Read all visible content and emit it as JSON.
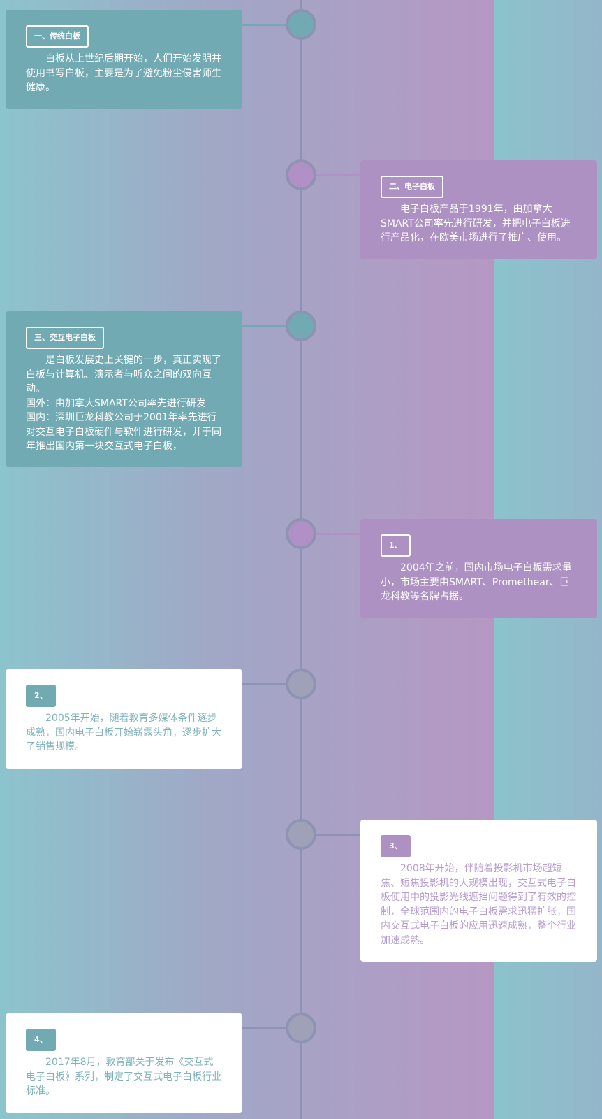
{
  "colors": {
    "teal": "#72aab4",
    "purple": "#ae91c3",
    "line": "#8d93b3",
    "white": "#ffffff"
  },
  "timeline": {
    "items": [
      {
        "badge": "一、传统白板",
        "paragraphs": [
          "白板从上世纪后期开始，人们开始发明并使用书写白板，主要是为了避免粉尘侵害师生健康。"
        ]
      },
      {
        "badge": "二、电子白板",
        "paragraphs": [
          "电子白板产品于1991年，由加拿大SMART公司率先进行研发，并把电子白板进行产品化，在欧美市场进行了推广、使用。"
        ]
      },
      {
        "badge": "三、交互电子白板",
        "paragraphs": [
          "是白板发展史上关键的一步，真正实现了白板与计算机、演示者与听众之间的双向互动。",
          "国外：由加拿大SMART公司率先进行研发",
          "国内：深圳巨龙科教公司于2001年率先进行对交互电子白板硬件与软件进行研发，并于同年推出国内第一块交互式电子白板，"
        ]
      },
      {
        "badge": "1、",
        "paragraphs": [
          "2004年之前，国内市场电子白板需求量小，市场主要由SMART、Promethear、巨龙科教等名牌占据。"
        ]
      },
      {
        "badge": "2、",
        "paragraphs": [
          "2005年开始，随着教育多媒体条件逐步成熟，国内电子白板开始崭露头角，逐步扩大了销售规模。"
        ]
      },
      {
        "badge": "3、",
        "paragraphs": [
          "2008年开始，伴随着投影机市场超短焦、短焦投影机的大规模出现，交互式电子白板使用中的投影光线遮挡问题得到了有效的控制，全球范围内的电子白板需求迅猛扩张，国内交互式电子白板的应用迅速成熟，整个行业加速成熟。"
        ]
      },
      {
        "badge": "4、",
        "paragraphs": [
          "2017年8月，教育部关于发布《交互式电子白板》系列，制定了交互式电子白板行业标准。"
        ]
      }
    ]
  }
}
